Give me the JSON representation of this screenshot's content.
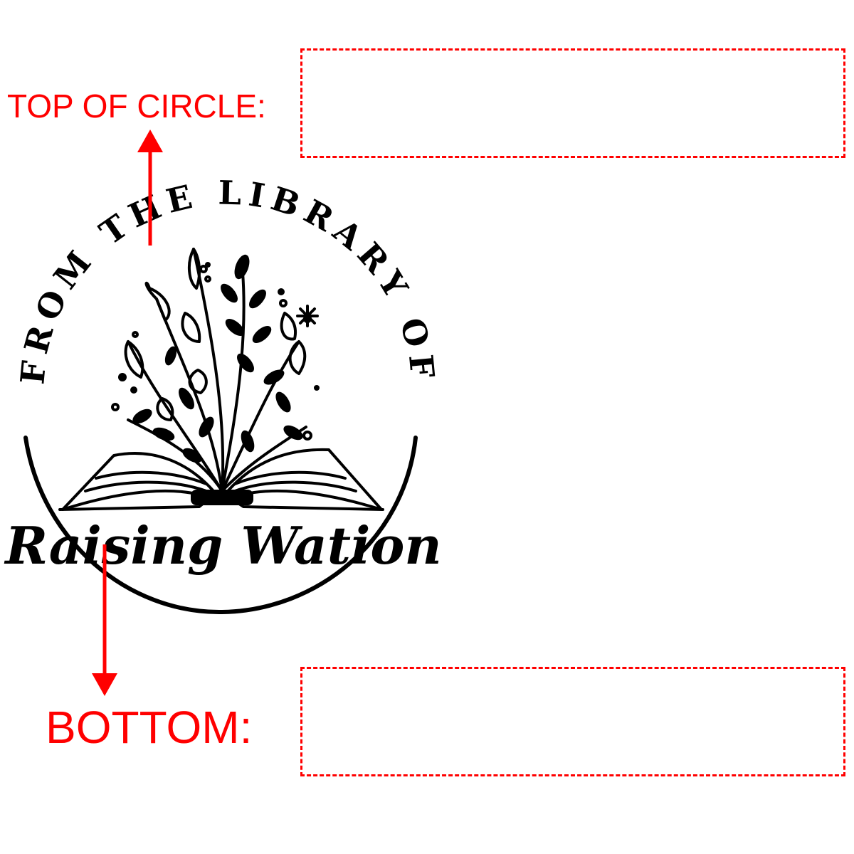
{
  "colors": {
    "annotation": "#ff0000",
    "ink": "#000000",
    "background": "#ffffff"
  },
  "annotations": {
    "top_label": "TOP OF CIRCLE:",
    "bottom_label": "BOTTOM:",
    "top_field_value": "",
    "bottom_field_value": ""
  },
  "stamp": {
    "arc_text": "FROM THE LIBRARY OF",
    "name": "Raising Wation"
  },
  "icons": {
    "artwork": "open-book-with-flowers-icon",
    "top_arrow": "arrow-up-icon",
    "bottom_arrow": "arrow-down-icon"
  }
}
